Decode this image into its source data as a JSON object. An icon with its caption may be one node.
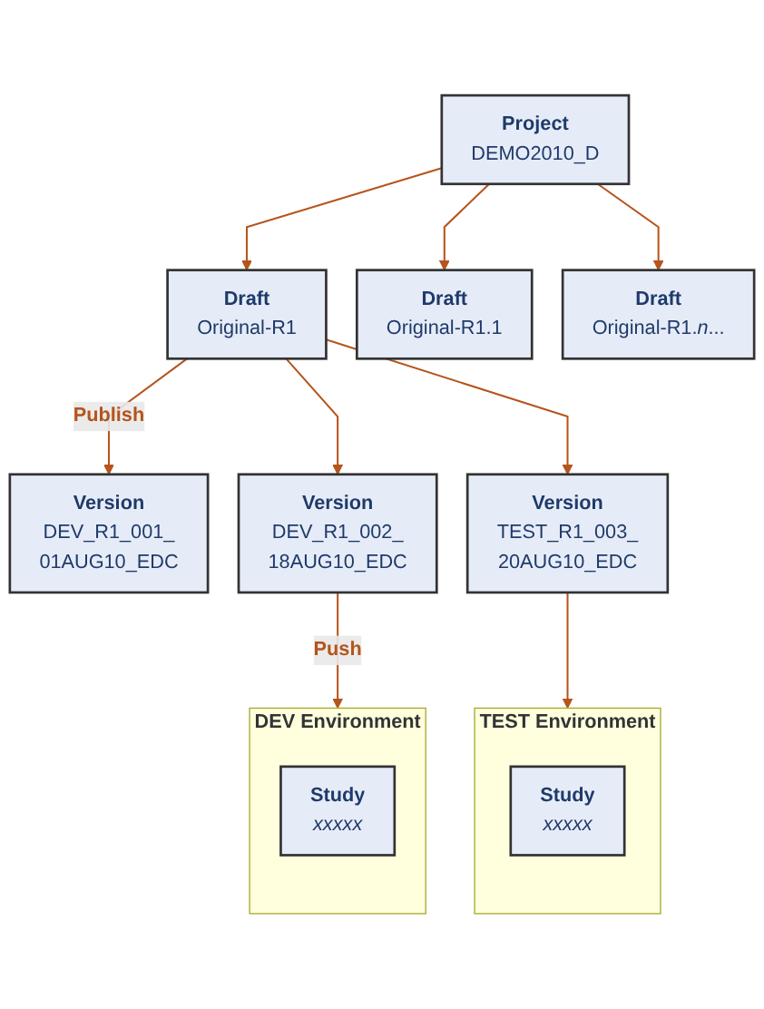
{
  "diagram": {
    "nodes": [
      {
        "text": [
          "Project",
          "DEMO2010_D"
        ]
      },
      {
        "text": [
          "Draft",
          "Original-R1"
        ]
      },
      {
        "text": [
          "Draft",
          "Original-R1.1"
        ]
      },
      {
        "text": [
          "Draft",
          "Original-R1.*n*..."
        ]
      },
      {
        "text": [
          "Version",
          "DEV_R1_001_ 01AUG10_EDC"
        ]
      },
      {
        "text": [
          "Version",
          "DEV_R1_002_ 18AUG10_EDC"
        ]
      },
      {
        "text": [
          "Version",
          "TEST_R1_003_ 20AUG10_EDC"
        ]
      },
      {
        "text": [
          "DEV Environment"
        ]
      },
      {
        "text": [
          "Study",
          "xxxxx"
        ],
        "in": 7
      },
      {
        "text": [
          "TEST Environment"
        ]
      },
      {
        "text": [
          "Study",
          "xxxxx"
        ],
        "in": 9
      }
    ],
    "edges": [
      {
        "from": 0,
        "to": 1,
        "arrow": "to"
      },
      {
        "from": 0,
        "to": 2,
        "arrow": "to"
      },
      {
        "from": 0,
        "to": 3,
        "arrow": "to"
      },
      {
        "from": 1,
        "to": 4,
        "arrow": "to",
        "label": "Publish"
      },
      {
        "from": 1,
        "to": 5,
        "arrow": "to"
      },
      {
        "from": 1,
        "to": 6,
        "arrow": "to"
      },
      {
        "from": 5,
        "to": 7,
        "arrow": "to",
        "label": "Push"
      },
      {
        "from": 6,
        "to": 9,
        "arrow": "to"
      }
    ]
  }
}
